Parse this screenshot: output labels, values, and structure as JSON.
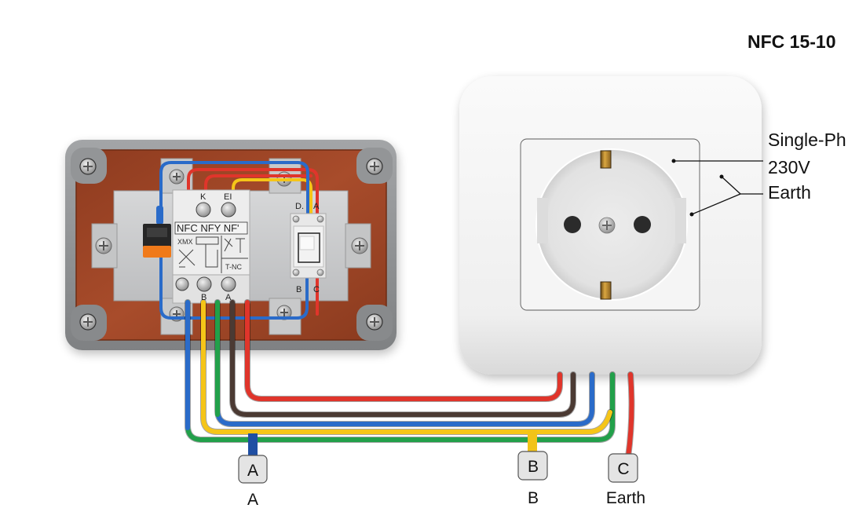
{
  "title": "NFC 15-10",
  "callouts": {
    "line1": "Single-Ph",
    "line2": "230V",
    "line3": "Earth"
  },
  "junction_box": {
    "breaker": {
      "top_labels": [
        "K",
        "EI"
      ],
      "strip_label": "NFC  NFY  NF'",
      "left_code": "XMX",
      "right_code": "T-NC",
      "bottom_labels": [
        "B",
        "A"
      ]
    },
    "switch": {
      "top_labels": [
        "D.",
        "A"
      ],
      "bottom_labels": [
        "B",
        "C"
      ]
    }
  },
  "terminals": [
    {
      "tag": "A",
      "label": "A",
      "wire_color": "#1f4fa3"
    },
    {
      "tag": "B",
      "label": "B",
      "wire_color": "#f2c318"
    },
    {
      "tag": "C",
      "label": "Earth",
      "wire_color": "#e0352b"
    }
  ],
  "wires": {
    "blue": "#2a6bc9",
    "yellow": "#f5c518",
    "green": "#22a04a",
    "brown": "#4b3a33",
    "red": "#e0352b"
  },
  "colors": {
    "box_frame": "#8f9193",
    "box_interior": "#9e4526",
    "plate": "#c9cacb",
    "outlet": "#f4f4f4",
    "connector_orange": "#f07a1a"
  }
}
